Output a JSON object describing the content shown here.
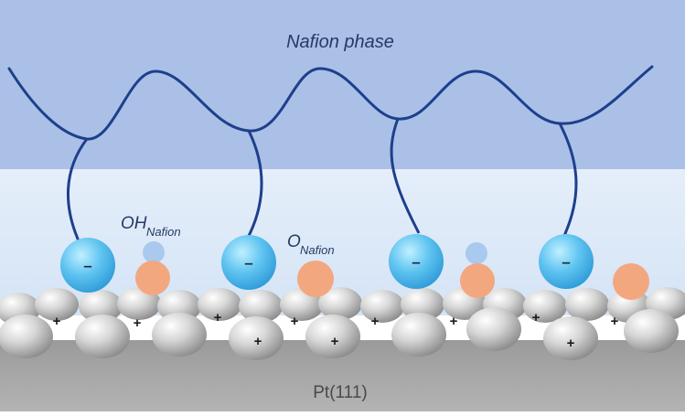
{
  "labels": {
    "nafion_phase": "Nafion phase",
    "oh_main": "OH",
    "oh_sub": "Nafion",
    "o_main": "O",
    "o_sub": "Nafion",
    "substrate": "Pt(111)"
  },
  "symbols": {
    "negative": "–",
    "positive": "+"
  },
  "colors": {
    "nafion_band": "#aac0e6",
    "interface_band": "#dde9f7",
    "polymer_chain": "#1e3f8c",
    "sulfonate_ion": "#5fbcec",
    "oxygen_atom": "#f3a77f",
    "hydrogen_atom": "#a9c9ef",
    "platinum_atom": "#c8c8c8",
    "substrate": "#8c8c8c"
  }
}
